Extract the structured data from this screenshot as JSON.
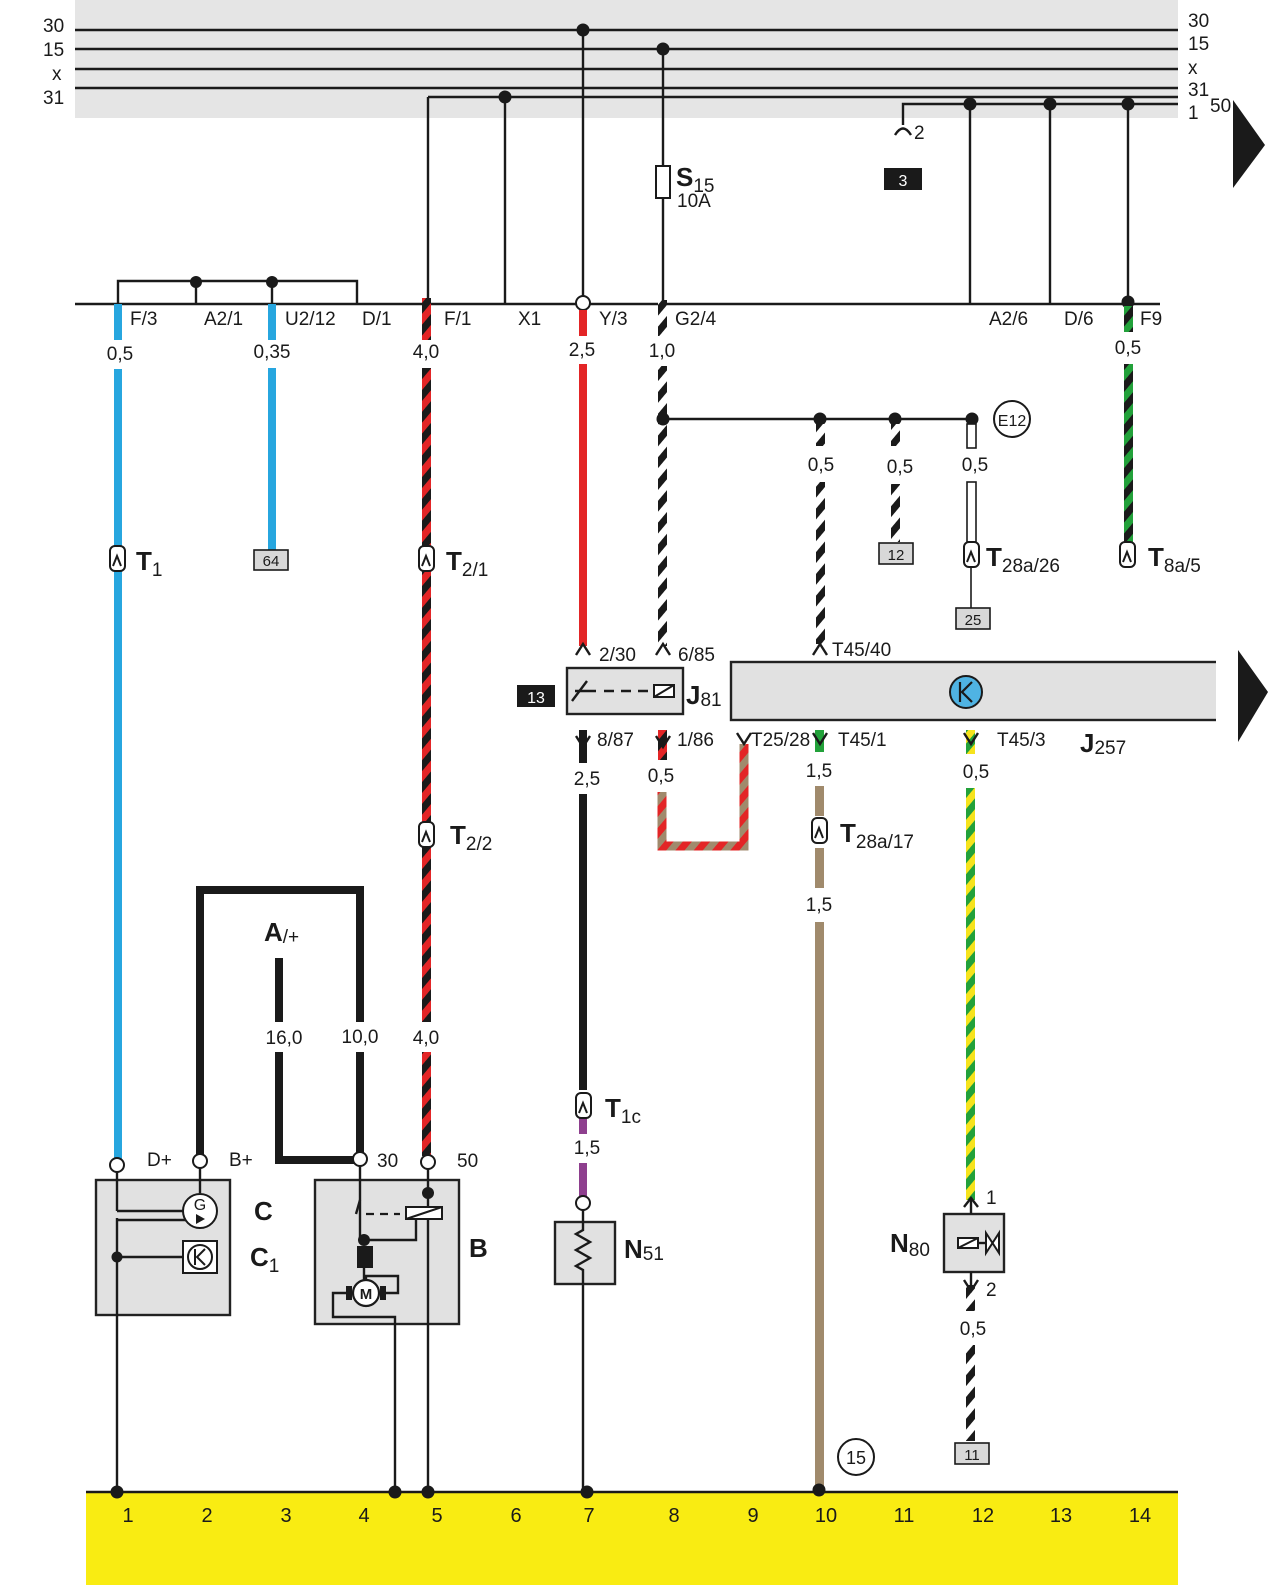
{
  "bus": {
    "left_labels": [
      "30",
      "15",
      "x",
      "31"
    ],
    "right_labels": [
      "30",
      "15",
      "x",
      "31",
      "1"
    ],
    "right_extra": "50"
  },
  "terminal_row": {
    "pins": [
      "F/3",
      "A2/1",
      "U2/12",
      "D/1",
      "F/1",
      "X1",
      "Y/3",
      "G2/4",
      "A2/6",
      "D/6",
      "F9"
    ]
  },
  "fuse": {
    "name": "S",
    "sub": "15",
    "rating": "10A"
  },
  "markers": {
    "black_box_3": "3",
    "black_box_13": "13",
    "contact_2": "2",
    "circle_e12": "E12",
    "circle_15": "15"
  },
  "wire_sizes": {
    "w1a": "0,5",
    "w3a": "0,35",
    "w5a": "4,0",
    "w7a": "2,5",
    "w8a": "1,0",
    "w14a": "0,5",
    "e12a": "0,5",
    "e12b": "0,5",
    "e12c": "0,5",
    "w7b": "2,5",
    "w8b": "0,5",
    "w10a": "1,5",
    "w10b": "1,5",
    "w12a": "0,5",
    "w4a": "16,0",
    "w4b": "10,0",
    "w5b": "4,0",
    "w7c": "1,5",
    "w12b": "0,5"
  },
  "connectors": {
    "t1": {
      "name": "T",
      "sub": "1"
    },
    "t21": {
      "name": "T",
      "sub": "2/1"
    },
    "t22": {
      "name": "T",
      "sub": "2/2"
    },
    "t1c": {
      "name": "T",
      "sub": "1c"
    },
    "t28a26": {
      "name": "T",
      "sub": "28a/26"
    },
    "t8a5": {
      "name": "T",
      "sub": "8a/5"
    },
    "t28a17": {
      "name": "T",
      "sub": "28a/17"
    }
  },
  "ref_boxes": {
    "r64": "64",
    "r12": "12",
    "r25": "25",
    "r11": "11"
  },
  "relay": {
    "name": "J",
    "sub": "81",
    "pins": {
      "p230": "2/30",
      "p685": "6/85",
      "p887": "8/87",
      "p186": "1/86"
    }
  },
  "control_unit": {
    "name": "J",
    "sub": "257",
    "pins": {
      "t4540": "T45/40",
      "t2528": "T25/28",
      "t451": "T45/1",
      "t453": "T45/3"
    }
  },
  "components": {
    "alternator": {
      "name": "C",
      "regulator": "C",
      "regulator_sub": "1",
      "pin_dplus": "D+",
      "pin_bplus": "B+"
    },
    "starter": {
      "name": "B",
      "pin_30": "30",
      "pin_50": "50"
    },
    "battery": {
      "name": "A",
      "sub": "/+"
    },
    "heater": {
      "name": "N",
      "sub": "51"
    },
    "valve": {
      "name": "N",
      "sub": "80",
      "pin_1": "1",
      "pin_2": "2"
    }
  },
  "ground_bar": {
    "columns": [
      "1",
      "2",
      "3",
      "4",
      "5",
      "6",
      "7",
      "8",
      "9",
      "10",
      "11",
      "12",
      "13",
      "14"
    ]
  },
  "colors": {
    "blue": "#27a6df",
    "red": "#e32526",
    "black": "#1a1a1a",
    "green": "#22a13a",
    "yellow": "#f6e31c",
    "brown": "#a08a6c",
    "violet": "#8e3f8e",
    "bus_bg": "#e5e5e5",
    "ground_bg": "#f9ec12"
  }
}
